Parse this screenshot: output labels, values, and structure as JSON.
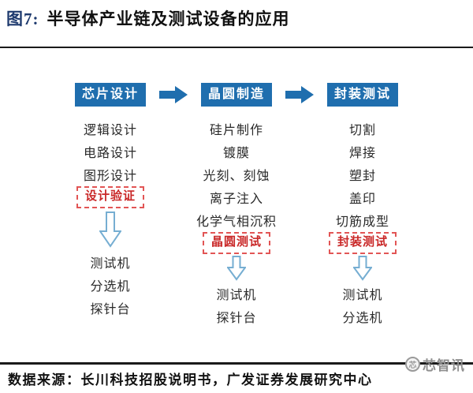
{
  "title": {
    "prefix": "图7:",
    "text": "半导体产业链及测试设备的应用"
  },
  "columns": [
    {
      "header": "芯片设计",
      "steps": [
        "逻辑设计",
        "电路设计",
        "图形设计"
      ],
      "test_label": "设计验证",
      "equipment": [
        "测试机",
        "分选机",
        "探针台"
      ]
    },
    {
      "header": "晶圆制造",
      "steps": [
        "硅片制作",
        "镀膜",
        "光刻、刻蚀",
        "离子注入",
        "化学气相沉积"
      ],
      "test_label": "晶圆测试",
      "equipment": [
        "测试机",
        "探针台"
      ]
    },
    {
      "header": "封装测试",
      "steps": [
        "切割",
        "焊接",
        "塑封",
        "盖印",
        "切筋成型"
      ],
      "test_label": "封装测试",
      "equipment": [
        "测试机",
        "分选机"
      ]
    }
  ],
  "footer": {
    "source_label": "数据来源：",
    "source_text": "长川科技招股说明书，广发证券发展研究中心",
    "watermark": "芯智讯",
    "watermark_icon_glyph": "芯"
  },
  "icons": {
    "right_arrow": "solid block arrow pointing right",
    "down_arrow": "hollow outline block arrow pointing down",
    "watermark_logo": "gray circular chip logo"
  },
  "colors": {
    "header_box_blue": "#1f6eae",
    "right_arrow_blue": "#1f6eae",
    "down_arrow_outline_blue": "#76aed2",
    "red_dashed_border": "#e25555",
    "red_text": "#c92727",
    "title_prefix_navy": "#1e3a6e",
    "rule_black": "#1a1a1a",
    "watermark_gray": "#8f8f8f"
  }
}
